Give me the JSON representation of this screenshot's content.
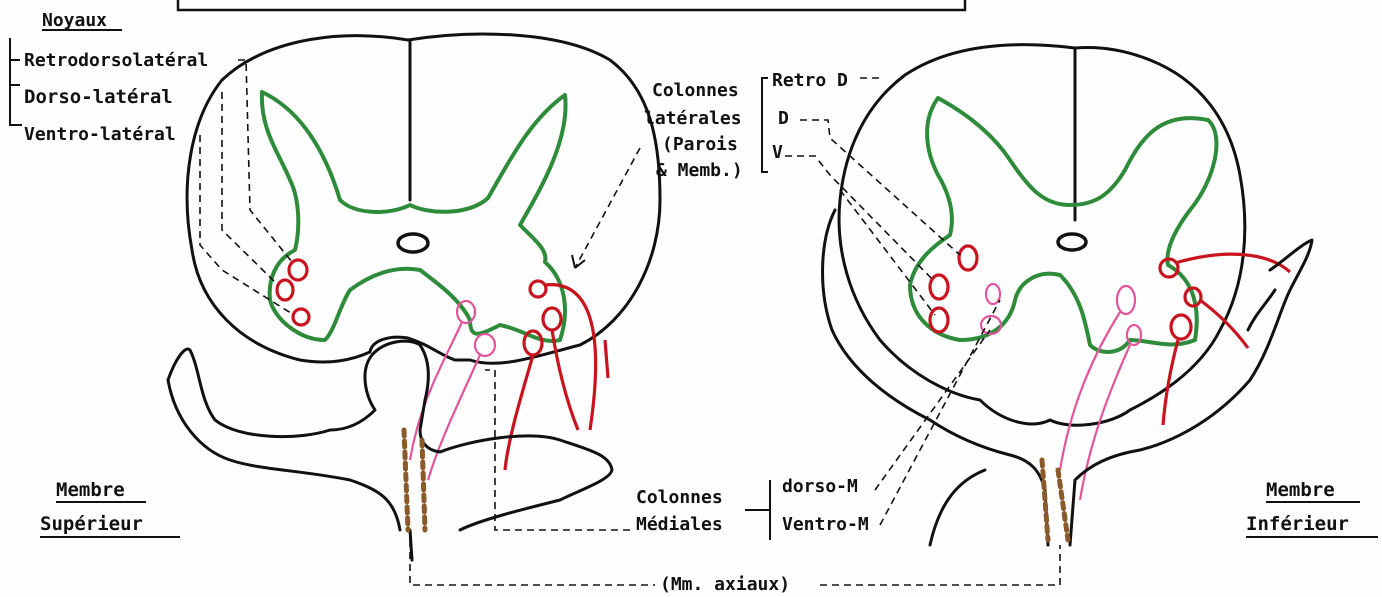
{
  "labels": {
    "noyaux": "Noyaux",
    "retrodorsolateral": "Retrodorsolatéral",
    "dorso_lateral": "Dorso-latéral",
    "ventro_lateral": "Ventro-latéral",
    "colonnes_laterales_1": "Colonnes",
    "colonnes_laterales_2": "latérales",
    "colonnes_laterales_3": "(Parois",
    "colonnes_laterales_4": "& Memb.)",
    "retro_d": "Retro D",
    "d": "D",
    "v": "V",
    "membre_superieur_1": "Membre",
    "membre_superieur_2": "Supérieur",
    "membre_inferieur_1": "Membre",
    "membre_inferieur_2": "Inférieur",
    "colonnes_mediales_1": "Colonnes",
    "colonnes_mediales_2": "Médiales",
    "dorso_m": "dorso-M",
    "ventro_m": "Ventro-M",
    "mm_axiaux": "(Mm. axiaux)"
  },
  "colors": {
    "outline": "#111111",
    "grey_matter": "#2e8b3a",
    "lateral_nuclei": "#c8141e",
    "medial_nuclei": "#e0559c",
    "axial_muscles": "#8b5a2b"
  }
}
